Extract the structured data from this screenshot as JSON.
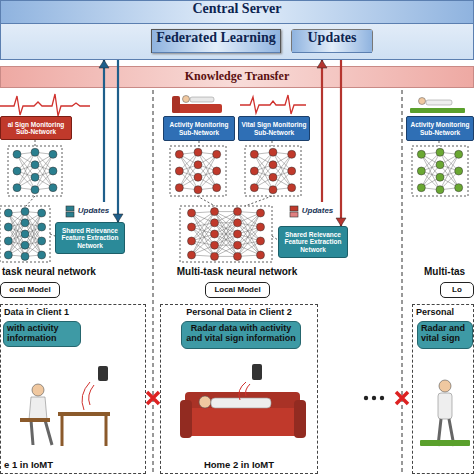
{
  "diagram": {
    "nodes": [
      {
        "text": [
          "Central Server"
        ]
      },
      {
        "text": [
          "Federated Learning"
        ],
        "in": 0
      },
      {
        "text": [
          "Updates"
        ],
        "in": 0
      },
      {
        "text": [
          "Knowledge Transfer"
        ]
      },
      {
        "text": [
          "al Sign Monitoring Sub-Network"
        ]
      },
      {
        "text": [
          "Updates"
        ]
      },
      {
        "text": [
          "Shared Relevance Feature Extraction Network"
        ]
      },
      {
        "text": [
          "ocal Model"
        ]
      },
      {
        "text": [
          "Data in Client 1",
          "e 1 in IoMT"
        ]
      },
      {
        "text": [
          "with activity information"
        ],
        "in": 8
      },
      {
        "text": [
          "Activity Monitoring Sub-Network"
        ]
      },
      {
        "text": [
          "Vital Sign Monitoring Sub-Network"
        ]
      },
      {
        "text": [
          "Updates"
        ]
      },
      {
        "text": [
          "Shared Relevance Feature Extraction Network"
        ]
      },
      {
        "text": [
          "Local Model"
        ]
      },
      {
        "text": [
          "Personal Data in Client 2",
          "Home 2 in IoMT"
        ]
      },
      {
        "text": [
          "Radar data with activity and vital sign information"
        ],
        "in": 15
      },
      {
        "text": [
          "Activity Monitoring Sub-Network"
        ]
      },
      {
        "text": [
          "Lo"
        ]
      },
      {
        "text": [
          "Personal"
        ]
      },
      {
        "text": [
          "Radar and vital sign"
        ],
        "in": 19
      }
    ],
    "edges": [
      {
        "from": 5,
        "to": 0,
        "arrow": "to"
      },
      {
        "from": 0,
        "to": 6,
        "arrow": "to"
      },
      {
        "from": 12,
        "to": 0,
        "arrow": "to"
      },
      {
        "from": 0,
        "to": 13,
        "arrow": "to"
      }
    ],
    "labels": [
      "task neural network",
      "Multi-task neural network",
      "Multi-tas"
    ]
  }
}
